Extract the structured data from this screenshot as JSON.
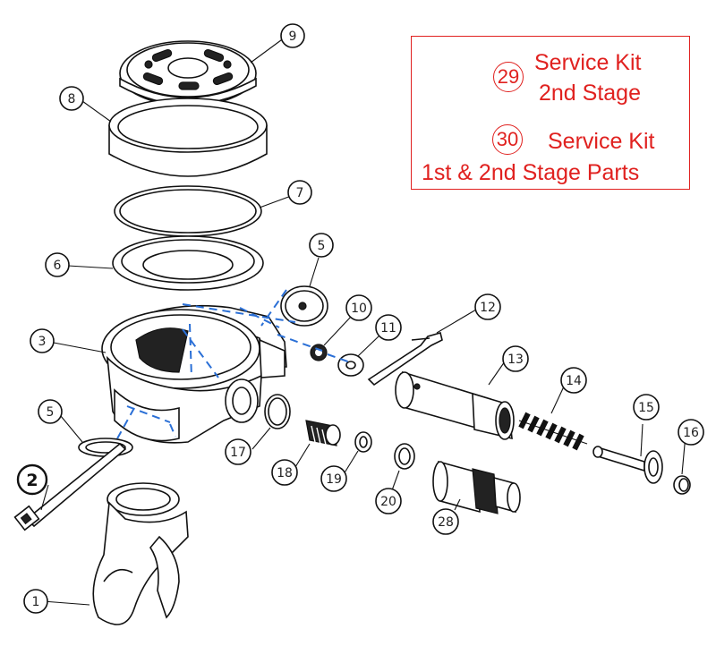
{
  "legend": {
    "kit_29": {
      "number": "29",
      "line1": "Service Kit",
      "line2": "2nd Stage"
    },
    "kit_30": {
      "number": "30",
      "line1": "Service Kit",
      "line2": "1st & 2nd Stage Parts"
    }
  },
  "callouts": {
    "c1": "1",
    "c2": "2",
    "c3": "3",
    "c5a": "5",
    "c5b": "5",
    "c6": "6",
    "c7": "7",
    "c8": "8",
    "c9": "9",
    "c10": "10",
    "c11": "11",
    "c12": "12",
    "c13": "13",
    "c14": "14",
    "c15": "15",
    "c16": "16",
    "c17": "17",
    "c18": "18",
    "c19": "19",
    "c20": "20",
    "c28": "28"
  },
  "colors": {
    "legend_red": "#e0211f",
    "guide_blue": "#2a6fd6",
    "line_black": "#111111"
  }
}
